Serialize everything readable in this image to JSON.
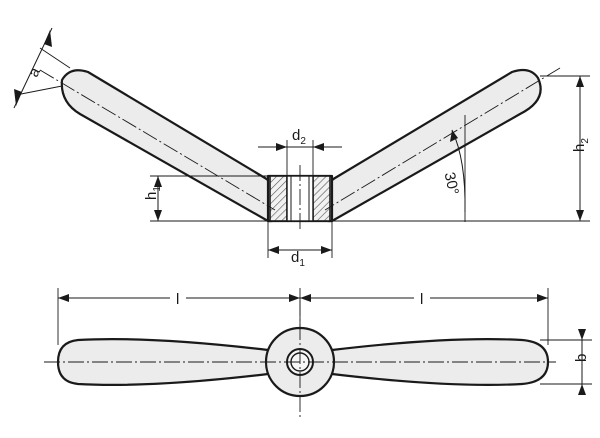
{
  "labels": {
    "a": "a",
    "d2_main": "d",
    "d2_sub": "2",
    "d1_main": "d",
    "d1_sub": "1",
    "h1_main": "h",
    "h1_sub": "1",
    "h2_main": "h",
    "h2_sub": "2",
    "angle": "30°",
    "l_left": "l",
    "l_right": "l",
    "b": "b"
  }
}
